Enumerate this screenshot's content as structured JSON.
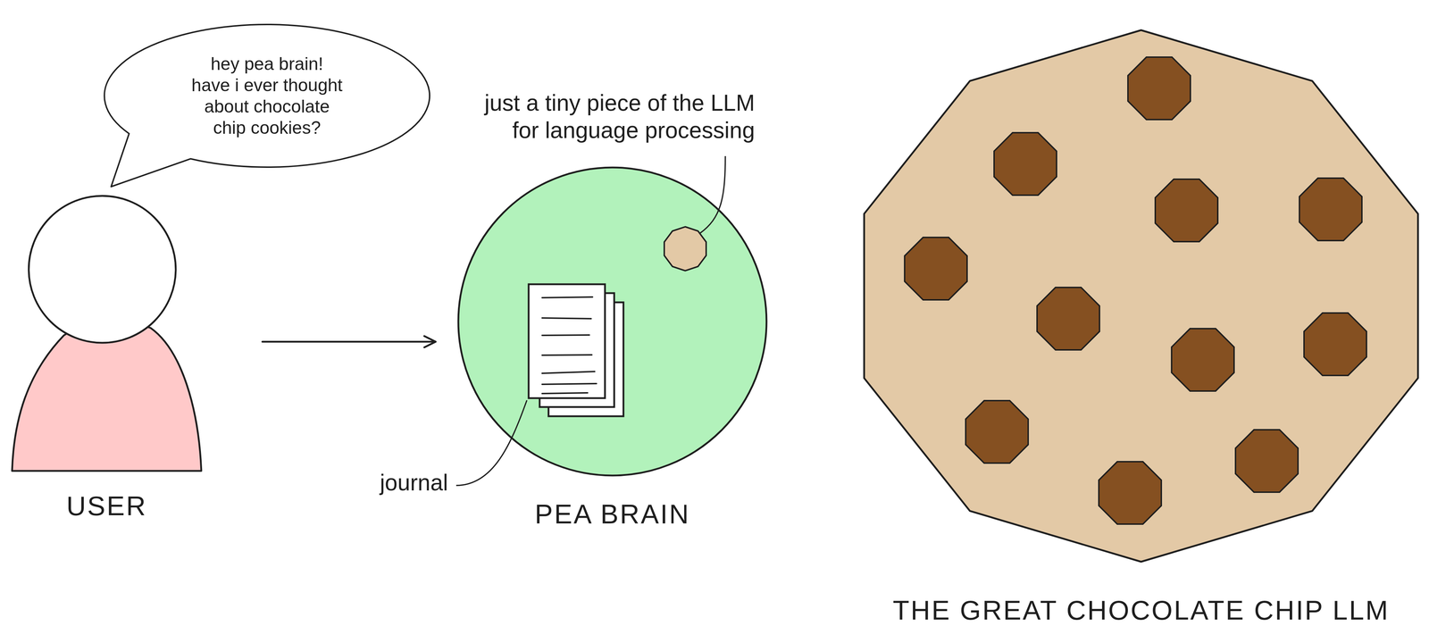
{
  "diagram": {
    "nodes": [
      {
        "text": [
          "hey pea brain! have i ever thought about chocolate chip cookies?"
        ]
      },
      {
        "text": [
          "USER"
        ]
      },
      {
        "text": [
          "PEA BRAIN"
        ]
      },
      {
        "text": [
          "THE GREAT CHOCOLATE CHIP LLM"
        ]
      }
    ],
    "edges": [
      {
        "from": 1,
        "to": 2,
        "arrow": "to"
      }
    ],
    "labels": [
      "just a tiny piece of the LLM for language processing",
      "journal"
    ]
  }
}
